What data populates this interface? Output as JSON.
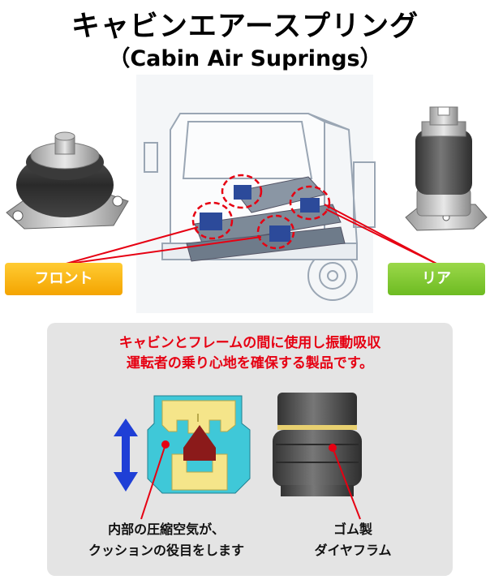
{
  "title": {
    "japanese": "キャビンエアースプリング",
    "english": "（Cabin Air Suprings）"
  },
  "tags": {
    "front": "フロント",
    "rear": "リア"
  },
  "description": {
    "line1": "キャビンとフレームの間に使用し振動吸収",
    "line2": "運転者の乗り心地を確保する製品です。"
  },
  "callouts": {
    "air": {
      "line1": "内部の圧縮空気が、",
      "line2": "クッションの役目をします"
    },
    "diaphragm": {
      "line1": "ゴム製",
      "line2": "ダイヤフラム"
    }
  },
  "colors": {
    "accent_red": "#e60012",
    "front_tag": "#f4a400",
    "rear_tag": "#6dbb22",
    "arrow_blue": "#1f3fd6",
    "rubber_gray": "#4a4a4a",
    "section_yellow": "#f5e58a",
    "section_cyan": "#3fc8d8",
    "section_red": "#8b1a1a"
  },
  "icons": {
    "vertical_motion": "double-arrow-vertical-icon"
  }
}
